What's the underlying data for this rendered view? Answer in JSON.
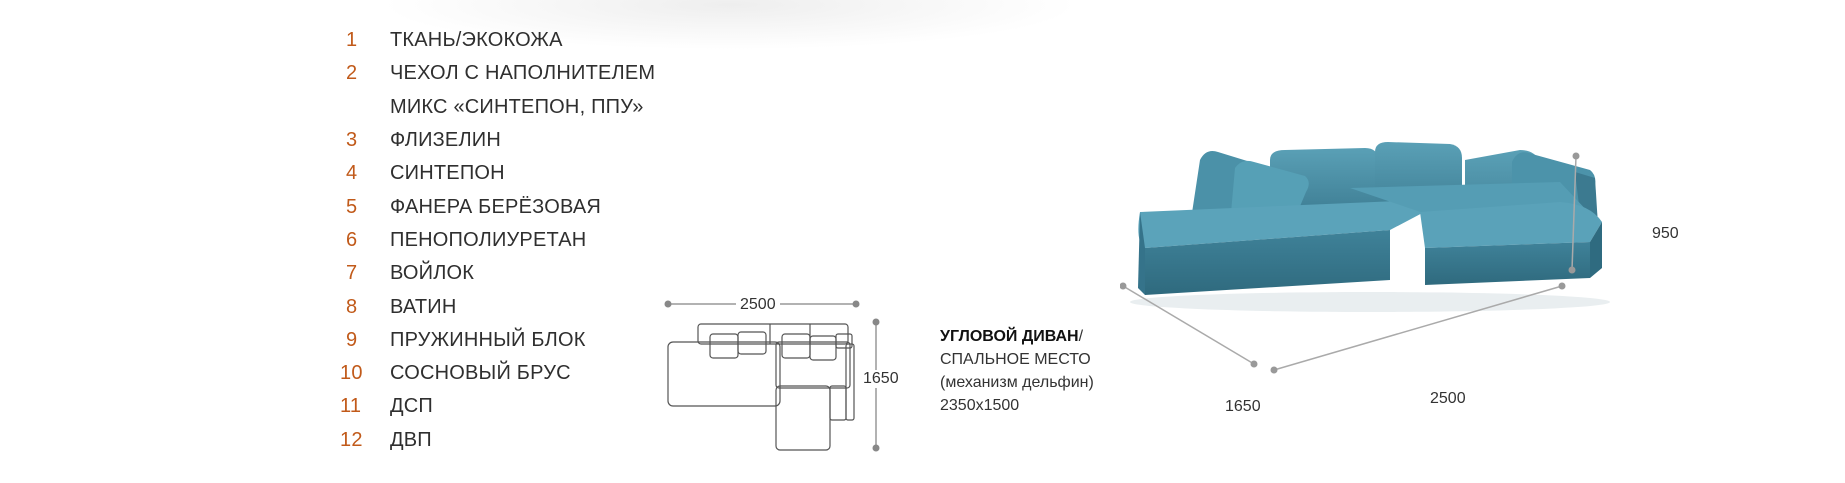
{
  "materials": [
    {
      "num": "1",
      "label": "ТКАНЬ/ЭКОКОЖА"
    },
    {
      "num": "2",
      "label": "ЧЕХОЛ С НАПОЛНИТЕЛЕМ"
    },
    {
      "num": "",
      "label": "МИКС «СИНТЕПОН, ППУ»"
    },
    {
      "num": "3",
      "label": "ФЛИЗЕЛИН"
    },
    {
      "num": "4",
      "label": "СИНТЕПОН"
    },
    {
      "num": "5",
      "label": "ФАНЕРА БЕРЁЗОВАЯ"
    },
    {
      "num": "6",
      "label": "ПЕНОПОЛИУРЕТАН"
    },
    {
      "num": "7",
      "label": "ВОЙЛОК"
    },
    {
      "num": "8",
      "label": "ВАТИН"
    },
    {
      "num": "9",
      "label": "ПРУЖИННЫЙ БЛОК"
    },
    {
      "num": "10",
      "label": "СОСНОВЫЙ БРУС"
    },
    {
      "num": "11",
      "label": "ДСП"
    },
    {
      "num": "12",
      "label": "ДВП"
    }
  ],
  "scheme": {
    "width_label": "2500",
    "depth_label": "1650"
  },
  "sofa": {
    "title": "УГЛОВОЙ ДИВАН",
    "title_suffix": "/",
    "line2": "СПАЛЬНОЕ МЕСТО",
    "line3": "(механизм дельфин)",
    "line4": "2350х1500"
  },
  "photo": {
    "height_label": "950",
    "depth_label": "1650",
    "width_label": "2500"
  },
  "colors": {
    "number_accent": "#c15a1a",
    "sofa_fabric": "#4a8fa6"
  }
}
